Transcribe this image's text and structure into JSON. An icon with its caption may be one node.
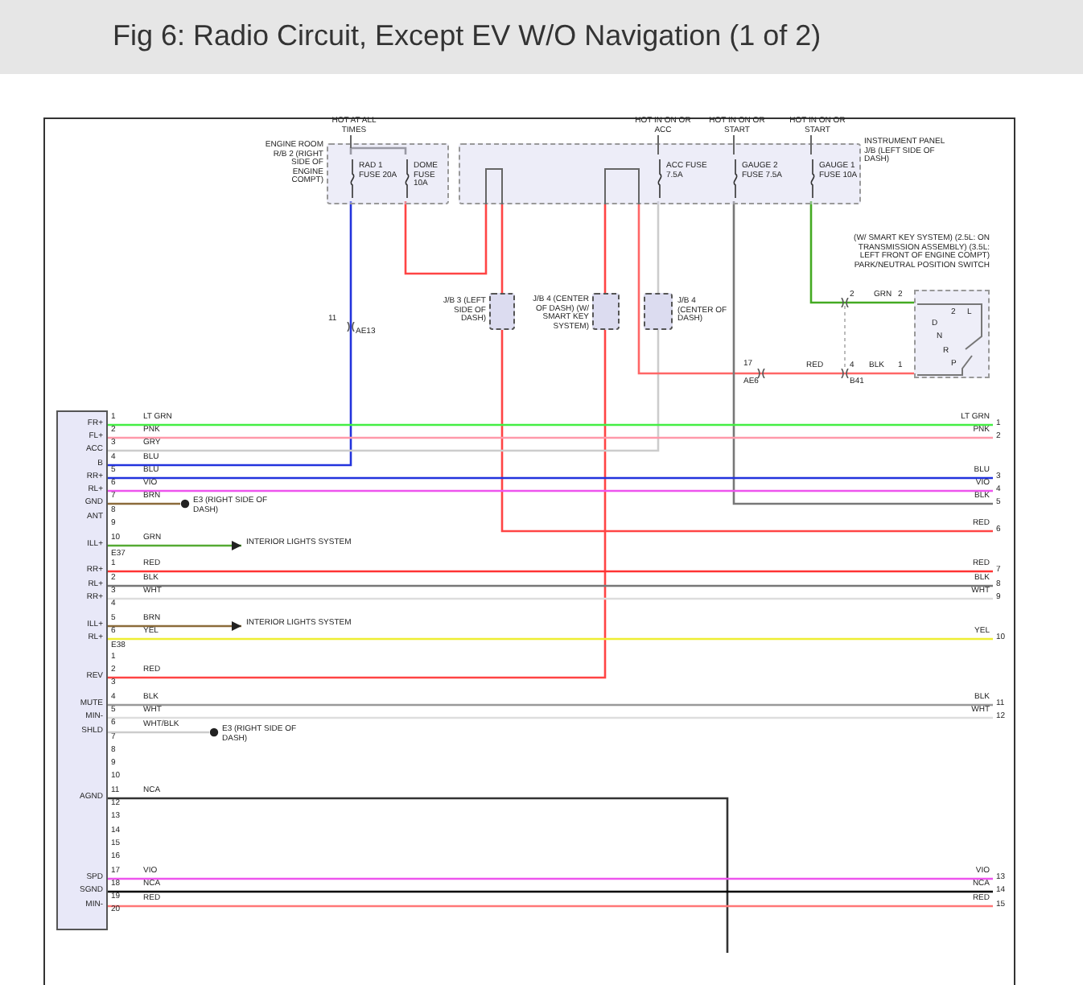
{
  "diagram": {
    "title": "Fig 6: Radio Circuit, Except EV W/O Navigation (1 of 2)",
    "nodes": [
      {
        "text": [],
        "shape": "box",
        "beside": [
          "ENGINE ROOM R/B 2 (RIGHT SIDE OF ENGINE COMPT)"
        ]
      },
      {
        "text": [
          "RAD 1 FUSE 20A"
        ],
        "in": 0,
        "beside": [
          "HOT AT ALL TIMES"
        ]
      },
      {
        "text": [
          "DOME FUSE 10A"
        ],
        "in": 0
      },
      {
        "text": [],
        "shape": "box",
        "beside": [
          "INSTRUMENT PANEL J/B (LEFT SIDE OF DASH)"
        ]
      },
      {
        "text": [
          "ACC FUSE 7.5A"
        ],
        "in": 3,
        "beside": [
          "HOT IN ON OR ACC"
        ]
      },
      {
        "text": [
          "GAUGE 2 FUSE 7.5A"
        ],
        "in": 3,
        "beside": [
          "HOT IN ON OR START"
        ]
      },
      {
        "text": [
          "GAUGE 1 FUSE 10A"
        ],
        "in": 3,
        "beside": [
          "HOT IN ON OR START"
        ]
      },
      {
        "text": [],
        "shape": "box",
        "beside": [
          "J/B 3 (LEFT SIDE OF DASH)"
        ]
      },
      {
        "text": [],
        "shape": "box",
        "beside": [
          "J/B 4 (CENTER OF DASH) (W/ SMART KEY SYSTEM)"
        ]
      },
      {
        "text": [],
        "shape": "box",
        "beside": [
          "J/B 4 (CENTER OF DASH)"
        ]
      },
      {
        "text": [
          "2",
          "L",
          "D",
          "N",
          "R",
          "P"
        ],
        "beside": [
          "(W/ SMART KEY SYSTEM) (2.5L: ON TRANSMISSION ASSEMBLY) (3.5L: LEFT FRONT OF ENGINE COMPT) PARK/NEUTRAL POSITION SWITCH"
        ]
      },
      {
        "text": [
          "FR+",
          "FL+",
          "ACC",
          "B",
          "RR+",
          "RL+",
          "GND",
          "ANT",
          "ILL+",
          "RR+",
          "RL+",
          "RR+",
          "ILL+",
          "RL+",
          "REV",
          "MUTE",
          "MIN-",
          "SHLD",
          "AGND",
          "SPD",
          "SGND",
          "MIN-"
        ],
        "beside": [
          "1",
          "2",
          "3",
          "4",
          "5",
          "6",
          "7",
          "8",
          "9",
          "10",
          "E37",
          "1",
          "2",
          "3",
          "4",
          "5",
          "6",
          "E38",
          "1",
          "2",
          "3",
          "4",
          "5",
          "6",
          "7",
          "8",
          "9",
          "10",
          "11",
          "12",
          "13",
          "14",
          "15",
          "16",
          "17",
          "18",
          "19",
          "20"
        ]
      },
      {
        "text": [
          "E3 (RIGHT SIDE OF DASH)"
        ]
      },
      {
        "text": [
          "INTERIOR LIGHTS SYSTEM"
        ]
      },
      {
        "text": [
          "INTERIOR LIGHTS SYSTEM"
        ]
      },
      {
        "text": [
          "E3 (RIGHT SIDE OF DASH)"
        ]
      },
      {
        "text": [
          "1"
        ],
        "beside": [
          "LT GRN"
        ]
      },
      {
        "text": [
          "2"
        ],
        "beside": [
          "PNK"
        ]
      },
      {
        "text": [
          "3"
        ],
        "beside": [
          "BLU"
        ]
      },
      {
        "text": [
          "4"
        ],
        "beside": [
          "VIO"
        ]
      },
      {
        "text": [
          "5"
        ],
        "beside": [
          "BLK"
        ]
      },
      {
        "text": [
          "6"
        ],
        "beside": [
          "RED"
        ]
      },
      {
        "text": [
          "7"
        ],
        "beside": [
          "RED"
        ]
      },
      {
        "text": [
          "8"
        ],
        "beside": [
          "BLK"
        ]
      },
      {
        "text": [
          "9"
        ],
        "beside": [
          "WHT"
        ]
      },
      {
        "text": [
          "10"
        ],
        "beside": [
          "YEL"
        ]
      },
      {
        "text": [
          "11"
        ],
        "beside": [
          "BLK"
        ]
      },
      {
        "text": [
          "12"
        ],
        "beside": [
          "WHT"
        ]
      },
      {
        "text": [
          "13"
        ],
        "beside": [
          "VIO"
        ]
      },
      {
        "text": [
          "14"
        ],
        "beside": [
          "NCA"
        ]
      },
      {
        "text": [
          "15"
        ],
        "beside": [
          "RED"
        ]
      }
    ],
    "edges": [
      {
        "from": 1,
        "to": 11,
        "arrow": "none",
        "label": "BLU",
        "color": "#2233dd"
      },
      {
        "from": 2,
        "to": 3,
        "arrow": "none",
        "color": "#ff4444"
      },
      {
        "from": 3,
        "to": 7,
        "arrow": "none",
        "color": "#ff4444"
      },
      {
        "from": 7,
        "to": 21,
        "arrow": "none",
        "color": "#ff4444"
      },
      {
        "from": 3,
        "to": 8,
        "arrow": "none",
        "color": "#ff4444"
      },
      {
        "from": 8,
        "to": 11,
        "arrow": "none",
        "label": "RED",
        "color": "#ff4444"
      },
      {
        "from": 4,
        "to": 9,
        "arrow": "none",
        "color": "#cccccc"
      },
      {
        "from": 9,
        "to": 11,
        "arrow": "none",
        "label": "GRY",
        "color": "#cccccc"
      },
      {
        "from": 3,
        "to": 10,
        "arrow": "none",
        "label": "RED",
        "color": "#ff6666"
      },
      {
        "from": 5,
        "to": 20,
        "arrow": "none",
        "color": "#777777"
      },
      {
        "from": 6,
        "to": 10,
        "arrow": "none",
        "label": "GRN",
        "color": "#44aa22"
      },
      {
        "from": 11,
        "to": 16,
        "arrow": "none",
        "label": "LT GRN",
        "color": "#44ee44"
      },
      {
        "from": 11,
        "to": 17,
        "arrow": "none",
        "label": "PNK",
        "color": "#ff99aa"
      },
      {
        "from": 11,
        "to": 18,
        "arrow": "none",
        "label": "BLU",
        "color": "#2233dd"
      },
      {
        "from": 11,
        "to": 19,
        "arrow": "none",
        "label": "VIO",
        "color": "#ee55ee"
      },
      {
        "from": 11,
        "to": 12,
        "arrow": "none",
        "label": "BRN",
        "color": "#8b6b3a"
      },
      {
        "from": 11,
        "to": 13,
        "arrow": "to",
        "label": "GRN",
        "color": "#55aa33"
      },
      {
        "from": 11,
        "to": 22,
        "arrow": "none",
        "label": "RED",
        "color": "#ff3333"
      },
      {
        "from": 11,
        "to": 23,
        "arrow": "none",
        "label": "BLK",
        "color": "#777777"
      },
      {
        "from": 11,
        "to": 24,
        "arrow": "none",
        "label": "WHT",
        "color": "#dddddd"
      },
      {
        "from": 11,
        "to": 14,
        "arrow": "to",
        "label": "BRN",
        "color": "#8b6b3a"
      },
      {
        "from": 11,
        "to": 25,
        "arrow": "none",
        "label": "YEL",
        "color": "#eeee33"
      },
      {
        "from": 11,
        "to": 26,
        "arrow": "none",
        "label": "BLK",
        "color": "#999999"
      },
      {
        "from": 11,
        "to": 27,
        "arrow": "none",
        "label": "WHT",
        "color": "#dddddd"
      },
      {
        "from": 11,
        "to": 15,
        "arrow": "none",
        "label": "WHT/BLK",
        "color": "#cccccc"
      },
      {
        "from": 11,
        "to": null,
        "arrow": "none",
        "label": "NCA",
        "color": "#333333"
      },
      {
        "from": 11,
        "to": 28,
        "arrow": "none",
        "label": "VIO",
        "color": "#ee55ee"
      },
      {
        "from": 11,
        "to": 29,
        "arrow": "none",
        "label": "NCA",
        "color": "#000000"
      },
      {
        "from": 11,
        "to": 30,
        "arrow": "none",
        "label": "RED",
        "color": "#ff7777"
      },
      {
        "from": 1,
        "to": 2,
        "arrow": "none",
        "color": "#666666"
      }
    ],
    "labels": [
      "11",
      "AE13",
      "17",
      "AE6",
      "2",
      "4",
      "B41",
      "2",
      "1",
      "BLK"
    ]
  }
}
